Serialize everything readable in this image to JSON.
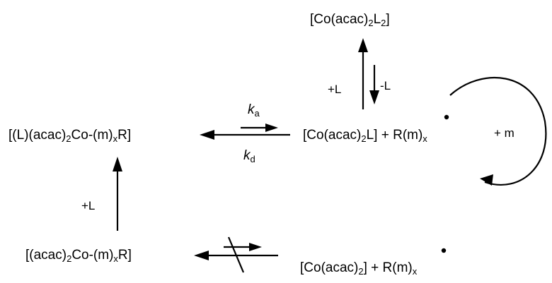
{
  "species": {
    "co_acac2_l2": {
      "p1": "[Co(acac)",
      "s1": "2",
      "p2": "L",
      "s2": "2",
      "p3": "]"
    },
    "co_acac2_l_radical": {
      "p1": "[Co(acac)",
      "s1": "2",
      "p2": "L] + R(m)",
      "s2": "x"
    },
    "l_acac2_co_mxr": {
      "p1": "[(L)(acac)",
      "s1": "2",
      "p2": "Co-(m)",
      "s2": "x",
      "p3": "R]"
    },
    "acac2_co_mxr": {
      "p1": "[(acac)",
      "s1": "2",
      "p2": "Co-(m)",
      "s2": "x",
      "p3": "R]"
    },
    "co_acac2_radical": {
      "p1": "[Co(acac)",
      "s1": "2",
      "p2": "] + R(m)",
      "s2": "x"
    }
  },
  "labels": {
    "plus_l_top": "+L",
    "minus_l": "-L",
    "plus_l_left": "+L",
    "plus_m": "+ m"
  },
  "rate_constants": {
    "ka": {
      "k": "k",
      "sub": "a"
    },
    "kd": {
      "k": "k",
      "sub": "d"
    }
  },
  "colors": {
    "ink": "#000000",
    "background": "#ffffff"
  }
}
